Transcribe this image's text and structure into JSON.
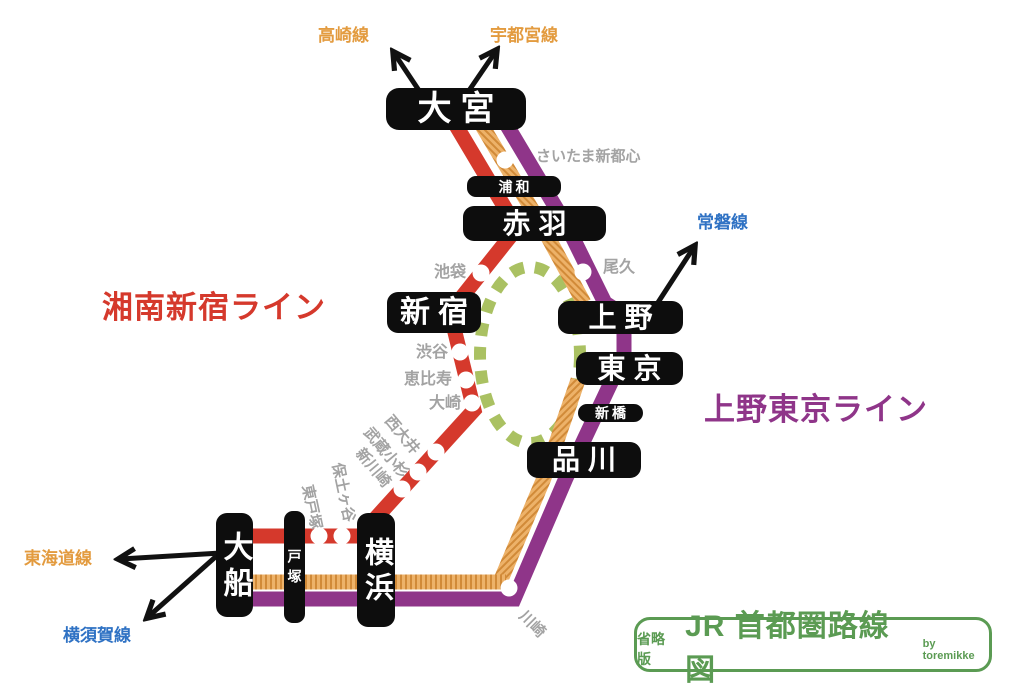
{
  "badge": {
    "prefix": "省略版",
    "title": "JR 首都圏路線図",
    "byline": "by toremikke"
  },
  "line_labels": {
    "shonan_shinjuku": "湘南新宿ライン",
    "ueno_tokyo": "上野東京ライン",
    "takasaki": "高崎線",
    "utsunomiya": "宇都宮線",
    "joban": "常磐線",
    "tokaido": "東海道線",
    "yokosuka": "横須賀線"
  },
  "stations": {
    "omiya": "大宮",
    "urawa": "浦和",
    "akabane": "赤羽",
    "shinjuku": "新宿",
    "ueno": "上野",
    "tokyo": "東京",
    "shimbashi": "新橋",
    "shinagawa": "品川",
    "yokohama": "横浜",
    "totsuka": "戸塚",
    "ofuna": "大船",
    "saitama_shintoshin": "さいたま新都心",
    "oku": "尾久",
    "ikebukuro": "池袋",
    "shibuya": "渋谷",
    "ebisu": "恵比寿",
    "osaki": "大崎",
    "nishi_oi": "西大井",
    "musashi_kosugi": "武蔵小杉",
    "shin_kawasaki": "新川崎",
    "hodogaya": "保土ヶ谷",
    "higashi_totsuka": "東戸塚",
    "kawasaki": "川崎"
  },
  "icons": {
    "direction_arrow": "arrow-icon (black chevron arrow)",
    "station_dot": "white-circle-station-marker",
    "yamanote_loop": "dashed-green-ellipse"
  },
  "colors": {
    "shonan_shinjuku_red": "#d5392c",
    "ueno_tokyo_purple": "#8f3589",
    "jr_orange_hatch_base": "#edb269",
    "jr_orange_hatch_stripe": "#d18a38",
    "line_name_orange": "#e39b3f",
    "line_name_blue": "#2f72c4",
    "yamanote_green": "#aac162",
    "badge_green": "#5b9b53",
    "station_box_black": "#0d0d0d",
    "minor_station_gray": "#a3a3a3"
  }
}
